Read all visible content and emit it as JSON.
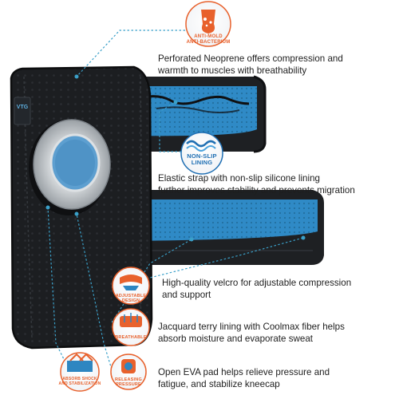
{
  "brand_tag": "VTG",
  "features": [
    {
      "badge": [
        "ANTI-MOLD",
        "ANTI-BACTERIUM"
      ],
      "badge_icon": "flask-mold-icon",
      "lines": [
        "Perforated Neoprene offers compression and",
        "warmth to muscles with breathability"
      ]
    },
    {
      "badge": [
        "NON-SLIP",
        "LINING"
      ],
      "badge_icon": "wave-lining-icon",
      "lines": [
        "Elastic strap with non-slip silicone lining",
        "further improves stability and prevents migration"
      ]
    },
    {
      "badge": [
        "ADJUSTABLE",
        "DESIGN"
      ],
      "badge_icon": "adjustable-strap-icon",
      "lines": [
        "High-quality velcro for adjustable compression",
        "and support"
      ]
    },
    {
      "badge": [
        "BREATHABLE"
      ],
      "badge_icon": "breathable-fabric-icon",
      "lines": [
        "Jacquard terry lining with Coolmax fiber helps",
        "absorb moisture and evaporate sweat"
      ]
    },
    {
      "badge": [
        "RELEASING",
        "PRESSURE"
      ],
      "badge_icon": "releasing-pressure-icon",
      "lines": [
        "Open EVA pad helps relieve pressure and",
        "fatigue, and stabilize kneecap"
      ]
    },
    {
      "badge": [
        "ABSORB SHOCK",
        "AND STABILIZATION"
      ],
      "badge_icon": "shock-absorb-icon",
      "lines": []
    }
  ],
  "colors": {
    "accent_orange": "#e8612c",
    "brace_black": "#1c1e21",
    "lining_blue": "#2e86c1",
    "badge_blue": "#1f6fb3",
    "leader_line": "#3aa0c9",
    "text": "#1e1e1e"
  }
}
